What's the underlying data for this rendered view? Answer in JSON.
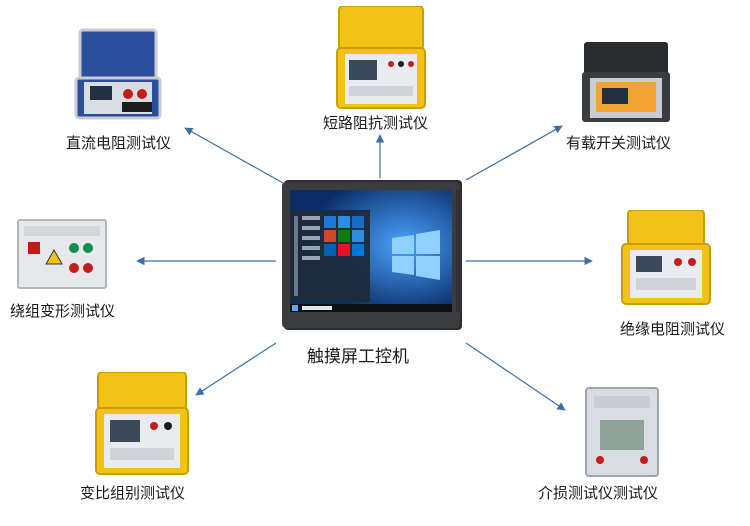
{
  "center": {
    "label": "触摸屏工控机"
  },
  "devices": [
    {
      "id": "dc-resistance",
      "label": "直流电阻测试仪"
    },
    {
      "id": "short-circuit-impedance",
      "label": "短路阻抗测试仪"
    },
    {
      "id": "on-load-tap-changer",
      "label": "有载开关测试仪"
    },
    {
      "id": "winding-deformation",
      "label": "绕组变形测试仪"
    },
    {
      "id": "insulation-resistance",
      "label": "绝缘电阻测试仪"
    },
    {
      "id": "transformer-ratio-group",
      "label": "变比组别测试仪"
    },
    {
      "id": "dielectric-loss",
      "label": "介损测试仪测试仪"
    }
  ],
  "colors": {
    "arrow": "#3d6fa8",
    "case_yellow": "#f2c316",
    "case_blue": "#2b4f9c",
    "case_silver": "#c9ccd2",
    "screen_blue": "#0f5bb5"
  }
}
